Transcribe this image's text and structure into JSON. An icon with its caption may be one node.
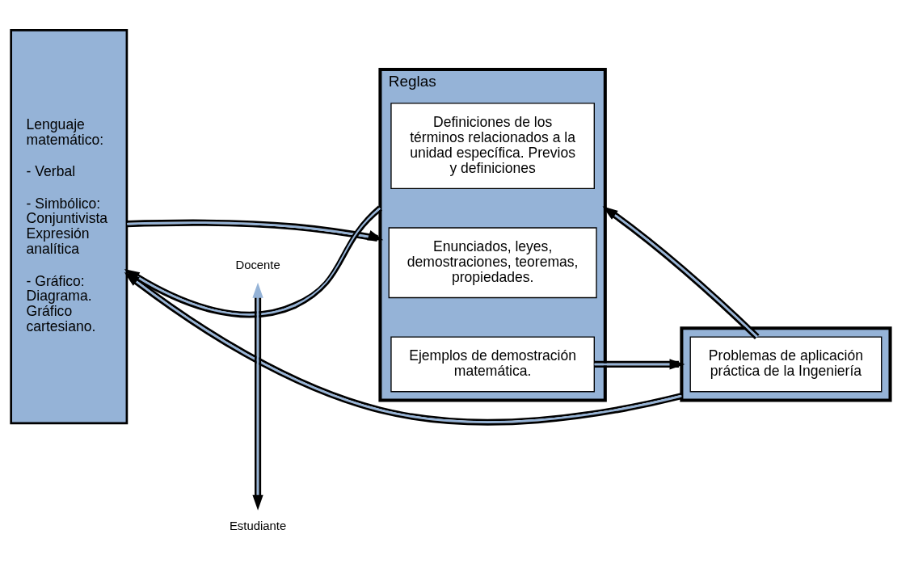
{
  "diagram": {
    "nodes": [
      {
        "text": [
          "Lenguaje matemático:",
          "- Verbal",
          "- Simbólico: Conjuntivista Expresión analítica",
          "- Gráfico: Diagrama. Gráfico cartesiano."
        ]
      },
      {
        "text": [
          "Reglas"
        ]
      },
      {
        "text": [
          "Definiciones de los términos relacionados a la unidad específica. Previos y definiciones"
        ],
        "in": 1
      },
      {
        "text": [
          "Enunciados, leyes, demostraciones, teoremas, propiedades."
        ],
        "in": 1
      },
      {
        "text": [
          "Ejemplos de demostración matemática."
        ],
        "in": 1
      },
      {
        "text": [],
        "shape": "box"
      },
      {
        "text": [
          "Problemas de aplicación práctica de la Ingeniería"
        ],
        "in": 5
      },
      {
        "text": [
          "Docente"
        ]
      },
      {
        "text": [
          "Estudiante"
        ]
      }
    ],
    "edges": [
      {
        "from": 0,
        "to": 1,
        "arrow": "to"
      },
      {
        "from": 7,
        "to": 8,
        "arrow": "both"
      },
      {
        "from": 1,
        "to": 0,
        "arrow": "to"
      },
      {
        "from": 5,
        "to": 0,
        "arrow": "to"
      },
      {
        "from": 1,
        "to": 5,
        "arrow": "to"
      },
      {
        "from": 5,
        "to": 1,
        "arrow": "to"
      }
    ]
  }
}
